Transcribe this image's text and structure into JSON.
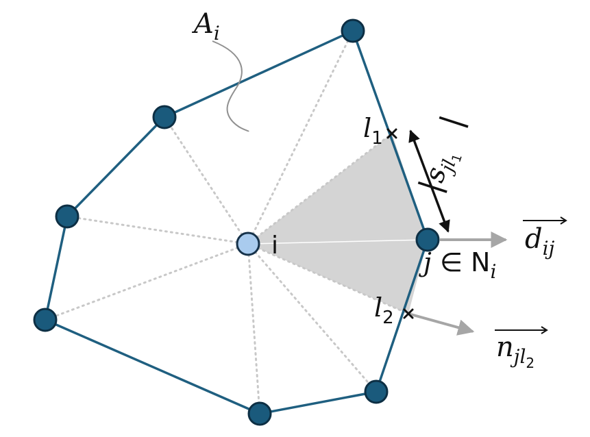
{
  "colors": {
    "polygon_edge": "#1f5f80",
    "outer_node_fill": "#1a5a7c",
    "outer_node_stroke": "#0d2f44",
    "center_node_fill": "#a9cbee",
    "center_node_stroke": "#16324a",
    "dotted_spoke": "#c8c8c8",
    "shaded_region": "#d4d4d4",
    "gray_arrow": "#a6a6a6",
    "black": "#111111"
  },
  "labels": {
    "area": {
      "main": "A",
      "sub": "i"
    },
    "center_node": "i",
    "neighbor": {
      "main": "j",
      "relation": " ∈ N",
      "sub": "i"
    },
    "l1": {
      "main": "l",
      "sub": "1"
    },
    "l2": {
      "main": "l",
      "sub": "2"
    },
    "segment_length": {
      "main": "s",
      "sub": "j",
      "subsub_main": "l",
      "subsub_index": "1"
    },
    "d_vector": {
      "main": "d",
      "sub": "ij"
    },
    "n_vector": {
      "main": "n",
      "sub": "jl",
      "subsub_index": "2"
    }
  }
}
